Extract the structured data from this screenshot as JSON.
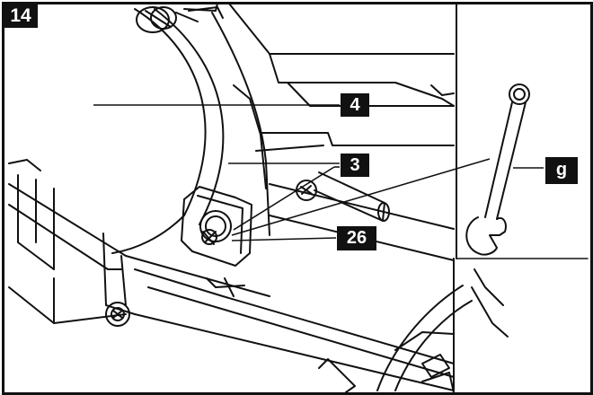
{
  "step_number": "14",
  "callouts": {
    "part_4": "4",
    "part_3": "3",
    "part_26": "26",
    "tool_g": "g"
  },
  "colors": {
    "line": "#111111",
    "label_background": "#111111",
    "label_text": "#ffffff",
    "background": "#ffffff"
  }
}
